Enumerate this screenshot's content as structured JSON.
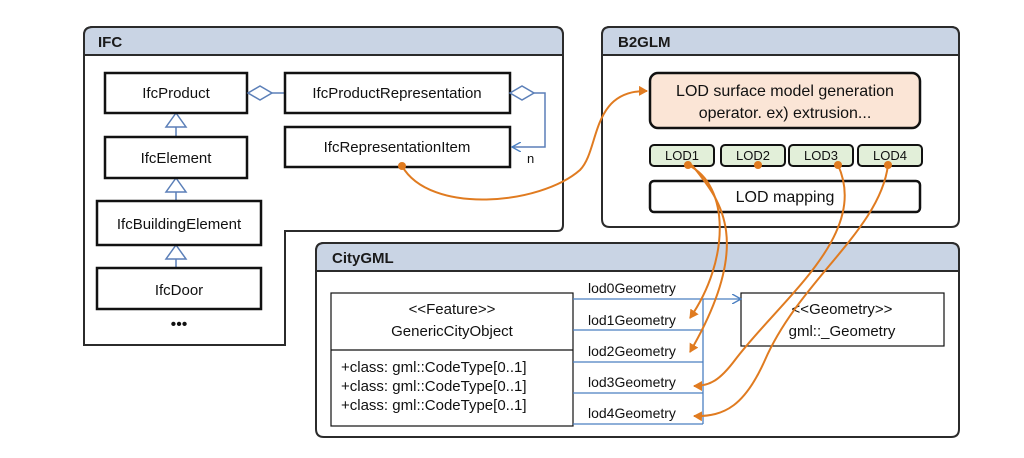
{
  "ifc": {
    "title": "IFC",
    "boxes": {
      "product": "IfcProduct",
      "element": "IfcElement",
      "building_element": "IfcBuildingElement",
      "door": "IfcDoor",
      "product_representation": "IfcProductRepresentation",
      "representation_item": "IfcRepresentationItem"
    },
    "ellipsis": "•••",
    "multiplicity": "n"
  },
  "b2glm": {
    "title": "B2GLM",
    "operator_line1": "LOD surface model generation",
    "operator_line2": "operator. ex) extrusion...",
    "lods": [
      "LOD1",
      "LOD2",
      "LOD3",
      "LOD4"
    ],
    "mapping": "LOD mapping"
  },
  "citygml": {
    "title": "CityGML",
    "feature_stereotype": "<<Feature>>",
    "feature_name": "GenericCityObject",
    "attributes": [
      "+class: gml::CodeType[0..1]",
      "+class: gml::CodeType[0..1]",
      "+class: gml::CodeType[0..1]"
    ],
    "geometry_stereotype": "<<Geometry>>",
    "geometry_name": "gml::_Geometry",
    "associations": [
      "lod0Geometry",
      "lod1Geometry",
      "lod2Geometry",
      "lod3Geometry",
      "lod4Geometry"
    ]
  },
  "colors": {
    "panel_header": "#c9d4e4",
    "operator_fill": "#fbe5d6",
    "lod_fill": "#e2efd9",
    "orange_link": "#e07b20",
    "blue_link": "#4a7fc1"
  }
}
